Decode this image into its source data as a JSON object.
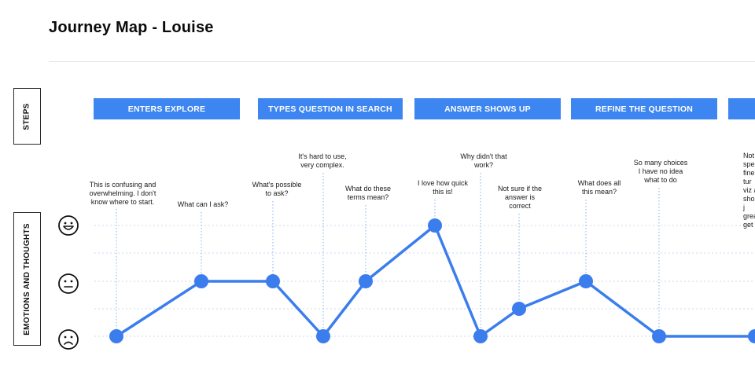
{
  "page": {
    "title": "Journey Map - Louise",
    "steps_label": "STEPS",
    "emotions_label": "EMOTIONS AND THOUGHTS"
  },
  "steps": [
    {
      "label": "ENTERS EXPLORE"
    },
    {
      "label": "TYPES QUESTION IN SEARCH"
    },
    {
      "label": "ANSWER SHOWS UP"
    },
    {
      "label": "REFINE THE QUESTION"
    },
    {
      "label": ""
    }
  ],
  "faces": [
    {
      "icon": "happy-face-icon",
      "level": "happy"
    },
    {
      "icon": "neutral-face-icon",
      "level": "neutral"
    },
    {
      "icon": "sad-face-icon",
      "level": "sad"
    }
  ],
  "thoughts": [
    {
      "text": "This is confusing and\noverwhelming. I don't\nknow where to start.",
      "emotion": "sad"
    },
    {
      "text": "What can I ask?",
      "emotion": "neutral"
    },
    {
      "text": "What's possible\nto ask?",
      "emotion": "neutral"
    },
    {
      "text": "It's hard to use,\nvery complex.",
      "emotion": "sad"
    },
    {
      "text": "What do these\nterms mean?",
      "emotion": "neutral"
    },
    {
      "text": "I love how quick\nthis is!",
      "emotion": "happy"
    },
    {
      "text": "Why didn't that\nwork?",
      "emotion": "sad"
    },
    {
      "text": "Not sure if the\nanswer is\ncorrect",
      "emotion": "between-sad-neutral"
    },
    {
      "text": "What does all\nthis mean?",
      "emotion": "neutral"
    },
    {
      "text": "So many choices\nI have no idea\nwhat to do",
      "emotion": "sad"
    },
    {
      "text": "Not en\nspenin\nfine tur\nviz at\nshould j\ngreat f\nget",
      "emotion": "sad"
    }
  ],
  "colors": {
    "accent": "#3d85f0",
    "line": "#3b7ded",
    "guide": "#7fb0f5",
    "gridline": "#c9d9f2"
  }
}
